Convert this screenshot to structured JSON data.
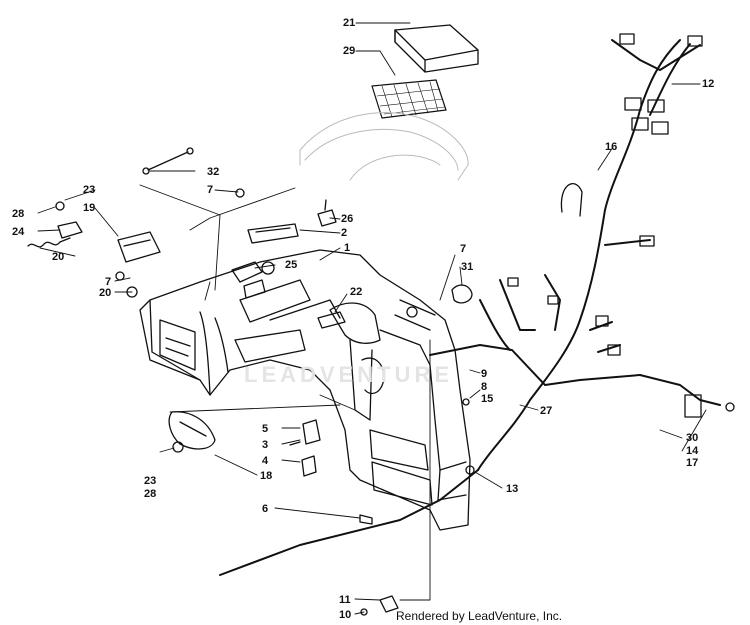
{
  "credit": "Rendered by LeadVenture, Inc.",
  "watermark": "LEADVENTURE",
  "callouts": {
    "c21": "21",
    "c29": "29",
    "c12": "12",
    "c32": "32",
    "c16": "16",
    "c23a": "23",
    "c7a": "7",
    "c26": "26",
    "c28a": "28",
    "c19": "19",
    "c2": "2",
    "c24": "24",
    "c1": "1",
    "c20a": "20",
    "c25": "25",
    "c7b": "7",
    "c31": "31",
    "c7c": "7",
    "c20b": "20",
    "c22": "22",
    "c9": "9",
    "c8": "8",
    "c15": "15",
    "c27": "27",
    "c30": "30",
    "c14": "14",
    "c17": "17",
    "c5": "5",
    "c3": "3",
    "c4": "4",
    "c23b": "23",
    "c28b": "28",
    "c18": "18",
    "c13": "13",
    "c6": "6",
    "c11": "11",
    "c10": "10"
  },
  "colors": {
    "ink": "#111111",
    "watermark": "#e4e4e4"
  }
}
